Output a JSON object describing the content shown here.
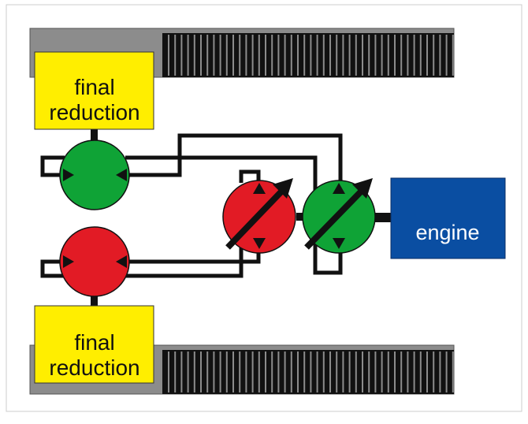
{
  "labels": {
    "final_reduction_top": [
      "final",
      "reduction"
    ],
    "final_reduction_bottom": [
      "final",
      "reduction"
    ],
    "engine": "engine"
  },
  "colors": {
    "frame_border": "#cccccc",
    "track_body": "#8c8c8c",
    "track_tread": "#111111",
    "final_reduction_box": "#ffee00",
    "engine_box": "#0a4ea2",
    "engine_text": "#ffffff",
    "motor_green": "#0fa336",
    "motor_red": "#e21b25",
    "pipe": "#111111"
  },
  "icons": {
    "variable_unit": "diagonal-arrow-icon",
    "flow_marker": "triangle-icon"
  }
}
